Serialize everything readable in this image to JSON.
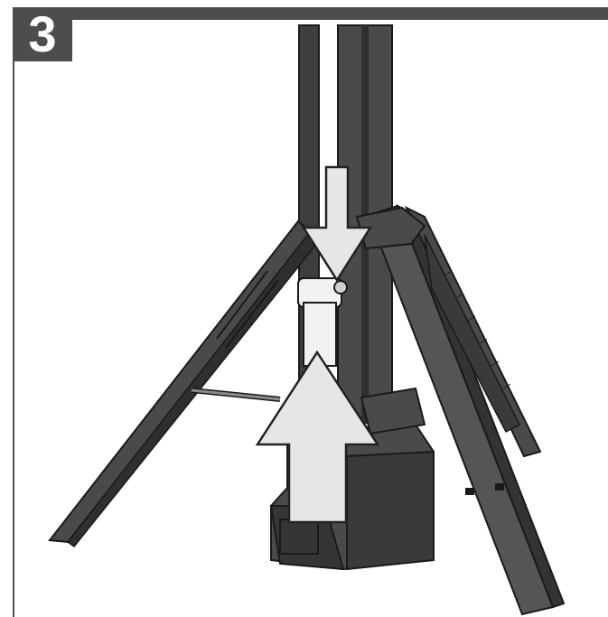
{
  "step": {
    "number": "3"
  },
  "illustration": {
    "subject": "tripod-light-tower",
    "arrows": [
      "arrow-down",
      "arrow-up"
    ]
  },
  "colors": {
    "frame": "#4d4d4d",
    "metal_dark": "#3a3a3a",
    "metal_mid": "#5a5a5a",
    "arrow_fill": "#e6e6e6",
    "arrow_stroke": "#222222"
  }
}
